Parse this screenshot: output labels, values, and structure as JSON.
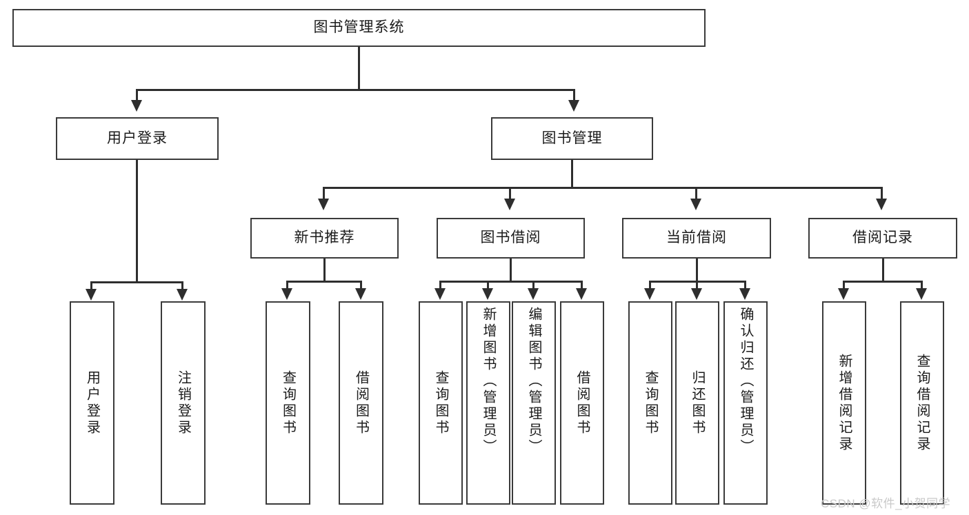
{
  "diagram": {
    "title": "图书管理系统",
    "type": "tree",
    "watermark": "CSDN @软件_小贺同学",
    "root": {
      "label": "图书管理系统",
      "name": "root-node"
    },
    "level2": [
      {
        "label": "用户登录",
        "name": "node-user-login"
      },
      {
        "label": "图书管理",
        "name": "node-book-management"
      }
    ],
    "level3": [
      {
        "label": "新书推荐",
        "name": "node-new-book-recommend"
      },
      {
        "label": "图书借阅",
        "name": "node-book-borrow"
      },
      {
        "label": "当前借阅",
        "name": "node-current-borrow"
      },
      {
        "label": "借阅记录",
        "name": "node-borrow-record"
      }
    ],
    "leaves": [
      {
        "label": "用户登录",
        "name": "leaf-user-login",
        "parent": "用户登录"
      },
      {
        "label": "注销登录",
        "name": "leaf-user-logout",
        "parent": "用户登录"
      },
      {
        "label": "查询图书",
        "name": "leaf-query-book-recommend",
        "parent": "新书推荐"
      },
      {
        "label": "借阅图书",
        "name": "leaf-borrow-book-recommend",
        "parent": "新书推荐"
      },
      {
        "label": "查询图书",
        "name": "leaf-query-book-borrow",
        "parent": "图书借阅"
      },
      {
        "label": "新增图书（管理员）",
        "name": "leaf-add-book-admin",
        "parent": "图书借阅"
      },
      {
        "label": "编辑图书（管理员）",
        "name": "leaf-edit-book-admin",
        "parent": "图书借阅"
      },
      {
        "label": "借阅图书",
        "name": "leaf-borrow-book",
        "parent": "图书借阅"
      },
      {
        "label": "查询图书",
        "name": "leaf-query-book-current",
        "parent": "当前借阅"
      },
      {
        "label": "归还图书",
        "name": "leaf-return-book",
        "parent": "当前借阅"
      },
      {
        "label": "确认归还（管理员）",
        "name": "leaf-confirm-return-admin",
        "parent": "当前借阅"
      },
      {
        "label": "新增借阅记录",
        "name": "leaf-add-borrow-record",
        "parent": "借阅记录"
      },
      {
        "label": "查询借阅记录",
        "name": "leaf-query-borrow-record",
        "parent": "借阅记录"
      }
    ],
    "colors": {
      "stroke": "#2e2e2e",
      "box_border": "#3a3a3a",
      "background": "#ffffff",
      "text": "#1b1b1b",
      "watermark": "#c9c9c9"
    }
  }
}
